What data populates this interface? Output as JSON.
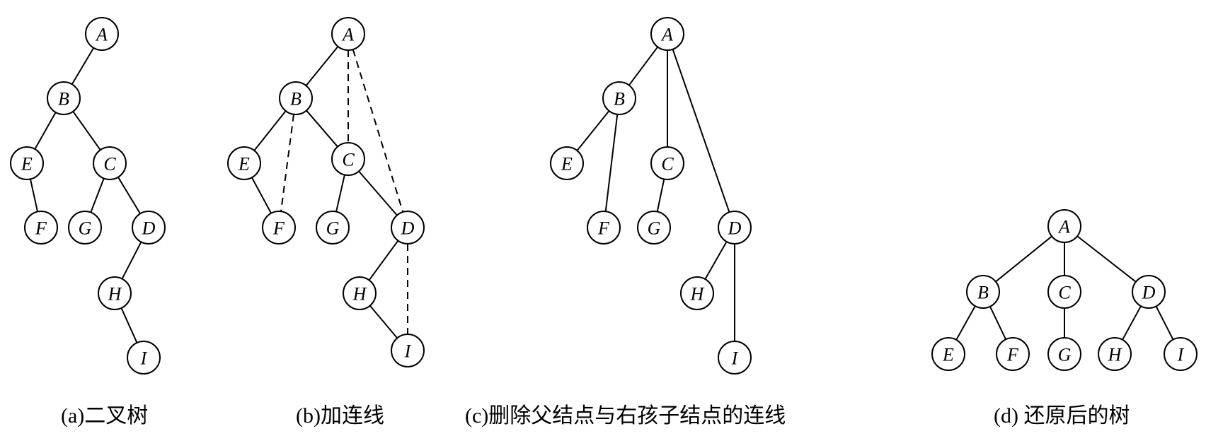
{
  "panels": [
    {
      "id": "a",
      "caption": "(a)二叉树",
      "nodes": [
        "A",
        "B",
        "E",
        "F",
        "C",
        "G",
        "D",
        "H",
        "I"
      ],
      "edges": [
        [
          "A",
          "B"
        ],
        [
          "B",
          "E"
        ],
        [
          "E",
          "F"
        ],
        [
          "B",
          "C"
        ],
        [
          "C",
          "G"
        ],
        [
          "C",
          "D"
        ],
        [
          "D",
          "H"
        ],
        [
          "H",
          "I"
        ]
      ],
      "dashed_edges": []
    },
    {
      "id": "b",
      "caption": "(b)加连线",
      "nodes": [
        "A",
        "B",
        "E",
        "F",
        "C",
        "G",
        "D",
        "H",
        "I"
      ],
      "edges": [
        [
          "A",
          "B"
        ],
        [
          "B",
          "E"
        ],
        [
          "E",
          "F"
        ],
        [
          "B",
          "C"
        ],
        [
          "C",
          "G"
        ],
        [
          "C",
          "D"
        ],
        [
          "D",
          "H"
        ],
        [
          "H",
          "I"
        ]
      ],
      "dashed_edges": [
        [
          "A",
          "C"
        ],
        [
          "A",
          "D"
        ],
        [
          "B",
          "F"
        ],
        [
          "D",
          "I"
        ]
      ]
    },
    {
      "id": "c",
      "caption": "(c)删除父结点与右孩子结点的连线",
      "nodes": [
        "A",
        "B",
        "E",
        "F",
        "C",
        "G",
        "D",
        "H",
        "I"
      ],
      "edges": [
        [
          "A",
          "B"
        ],
        [
          "A",
          "C"
        ],
        [
          "A",
          "D"
        ],
        [
          "B",
          "E"
        ],
        [
          "B",
          "F"
        ],
        [
          "C",
          "G"
        ],
        [
          "D",
          "H"
        ],
        [
          "D",
          "I"
        ]
      ],
      "dashed_edges": []
    },
    {
      "id": "d",
      "caption": "(d) 还原后的树",
      "nodes": [
        "A",
        "B",
        "C",
        "D",
        "E",
        "F",
        "G",
        "H",
        "I"
      ],
      "edges": [
        [
          "A",
          "B"
        ],
        [
          "A",
          "C"
        ],
        [
          "A",
          "D"
        ],
        [
          "B",
          "E"
        ],
        [
          "B",
          "F"
        ],
        [
          "C",
          "G"
        ],
        [
          "D",
          "H"
        ],
        [
          "D",
          "I"
        ]
      ],
      "dashed_edges": []
    }
  ]
}
